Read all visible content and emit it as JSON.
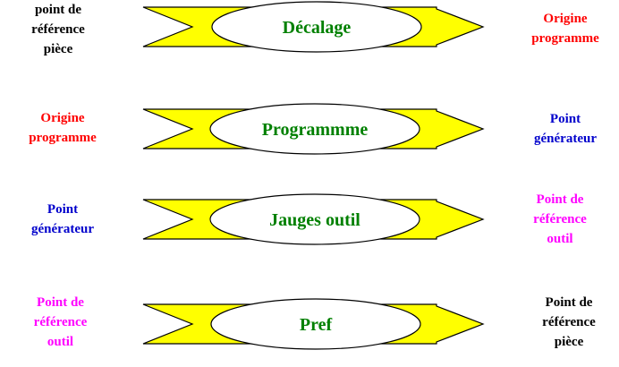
{
  "colors": {
    "black": "#000000",
    "red": "#ff0000",
    "blue": "#0000cc",
    "magenta": "#ff00ff",
    "green": "#008000",
    "arrow_fill": "#ffff00"
  },
  "rows": [
    {
      "left": {
        "text": "point de\nréférence\npièce",
        "color": "black"
      },
      "center": "Décalage",
      "right": {
        "text": "Origine\nprogramme",
        "color": "red"
      }
    },
    {
      "left": {
        "text": "Origine\nprogramme",
        "color": "red"
      },
      "center": "Programmme",
      "right": {
        "text": "Point\ngénérateur",
        "color": "blue"
      }
    },
    {
      "left": {
        "text": "Point\ngénérateur",
        "color": "blue"
      },
      "center": "Jauges outil",
      "right": {
        "text": "Point de\nréférence\noutil",
        "color": "magenta"
      }
    },
    {
      "left": {
        "text": "Point de\nréférence\noutil",
        "color": "magenta"
      },
      "center": "Pref",
      "right": {
        "text": "Point de\nréférence\npièce",
        "color": "black"
      }
    }
  ]
}
